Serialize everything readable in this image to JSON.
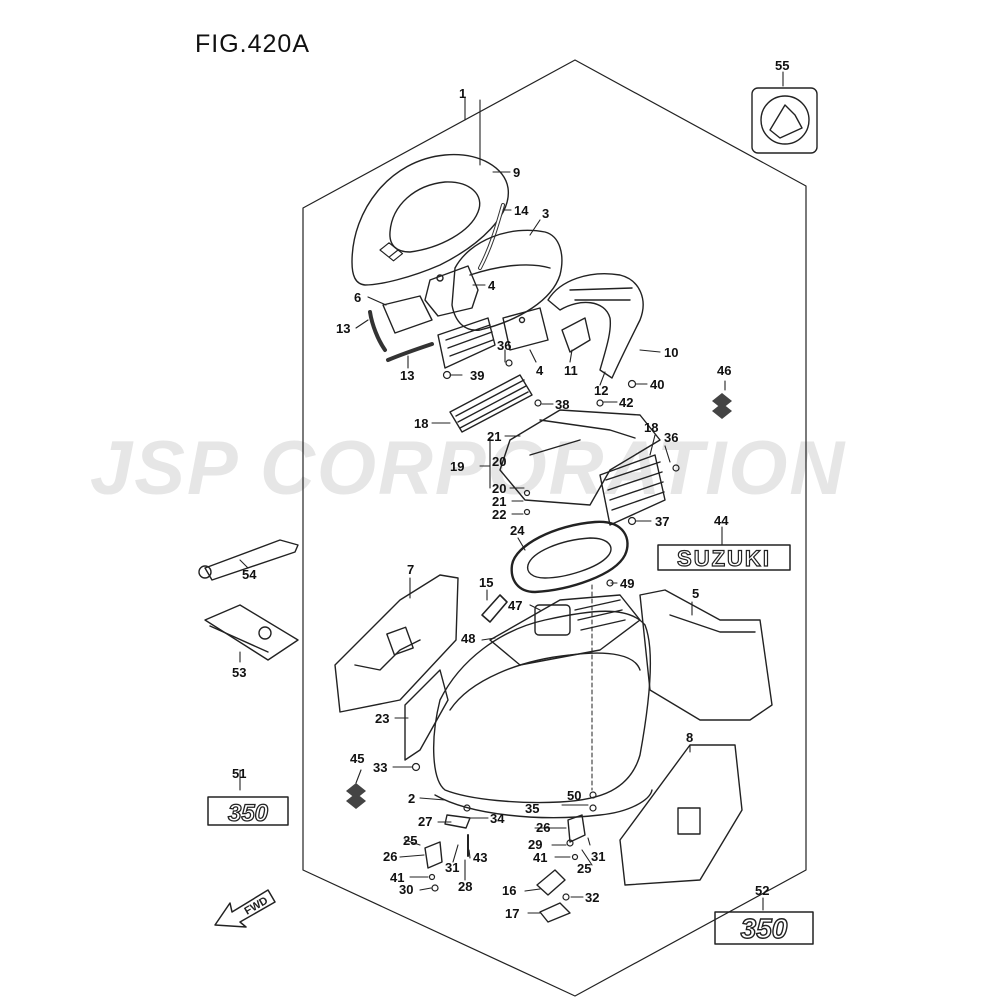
{
  "figure": {
    "title": "FIG.420A"
  },
  "watermark": {
    "text": "JSP CORPORATION"
  },
  "callouts": [
    {
      "id": "1",
      "label": "1"
    },
    {
      "id": "2",
      "label": "2"
    },
    {
      "id": "3",
      "label": "3"
    },
    {
      "id": "4a",
      "label": "4"
    },
    {
      "id": "4b",
      "label": "4"
    },
    {
      "id": "5",
      "label": "5"
    },
    {
      "id": "6",
      "label": "6"
    },
    {
      "id": "7",
      "label": "7"
    },
    {
      "id": "8",
      "label": "8"
    },
    {
      "id": "9",
      "label": "9"
    },
    {
      "id": "10",
      "label": "10"
    },
    {
      "id": "11",
      "label": "11"
    },
    {
      "id": "12",
      "label": "12"
    },
    {
      "id": "13a",
      "label": "13"
    },
    {
      "id": "13b",
      "label": "13"
    },
    {
      "id": "14",
      "label": "14"
    },
    {
      "id": "15",
      "label": "15"
    },
    {
      "id": "16",
      "label": "16"
    },
    {
      "id": "17",
      "label": "17"
    },
    {
      "id": "18a",
      "label": "18"
    },
    {
      "id": "18b",
      "label": "18"
    },
    {
      "id": "19",
      "label": "19"
    },
    {
      "id": "20a",
      "label": "20"
    },
    {
      "id": "20b",
      "label": "20"
    },
    {
      "id": "21a",
      "label": "21"
    },
    {
      "id": "21b",
      "label": "21"
    },
    {
      "id": "22",
      "label": "22"
    },
    {
      "id": "23",
      "label": "23"
    },
    {
      "id": "24",
      "label": "24"
    },
    {
      "id": "25a",
      "label": "25"
    },
    {
      "id": "25b",
      "label": "25"
    },
    {
      "id": "26a",
      "label": "26"
    },
    {
      "id": "26b",
      "label": "26"
    },
    {
      "id": "27",
      "label": "27"
    },
    {
      "id": "28",
      "label": "28"
    },
    {
      "id": "29",
      "label": "29"
    },
    {
      "id": "30",
      "label": "30"
    },
    {
      "id": "31a",
      "label": "31"
    },
    {
      "id": "31b",
      "label": "31"
    },
    {
      "id": "32",
      "label": "32"
    },
    {
      "id": "33",
      "label": "33"
    },
    {
      "id": "34",
      "label": "34"
    },
    {
      "id": "35",
      "label": "35"
    },
    {
      "id": "36a",
      "label": "36"
    },
    {
      "id": "36b",
      "label": "36"
    },
    {
      "id": "37",
      "label": "37"
    },
    {
      "id": "38",
      "label": "38"
    },
    {
      "id": "39",
      "label": "39"
    },
    {
      "id": "40",
      "label": "40"
    },
    {
      "id": "41a",
      "label": "41"
    },
    {
      "id": "41b",
      "label": "41"
    },
    {
      "id": "42",
      "label": "42"
    },
    {
      "id": "43",
      "label": "43"
    },
    {
      "id": "44",
      "label": "44"
    },
    {
      "id": "45",
      "label": "45"
    },
    {
      "id": "46",
      "label": "46"
    },
    {
      "id": "47",
      "label": "47"
    },
    {
      "id": "48",
      "label": "48"
    },
    {
      "id": "49",
      "label": "49"
    },
    {
      "id": "50",
      "label": "50"
    },
    {
      "id": "51",
      "label": "51"
    },
    {
      "id": "52",
      "label": "52"
    },
    {
      "id": "53",
      "label": "53"
    },
    {
      "id": "54",
      "label": "54"
    },
    {
      "id": "55",
      "label": "55"
    }
  ],
  "decals": {
    "brand_name": "SUZUKI",
    "model_small": "350",
    "model_large": "350",
    "direction_arrow": "FWD"
  },
  "icons": [
    "suzuki-s-logo-icon",
    "warning-hand-icon",
    "fwd-arrow-icon",
    "hex-wrench-icon"
  ]
}
